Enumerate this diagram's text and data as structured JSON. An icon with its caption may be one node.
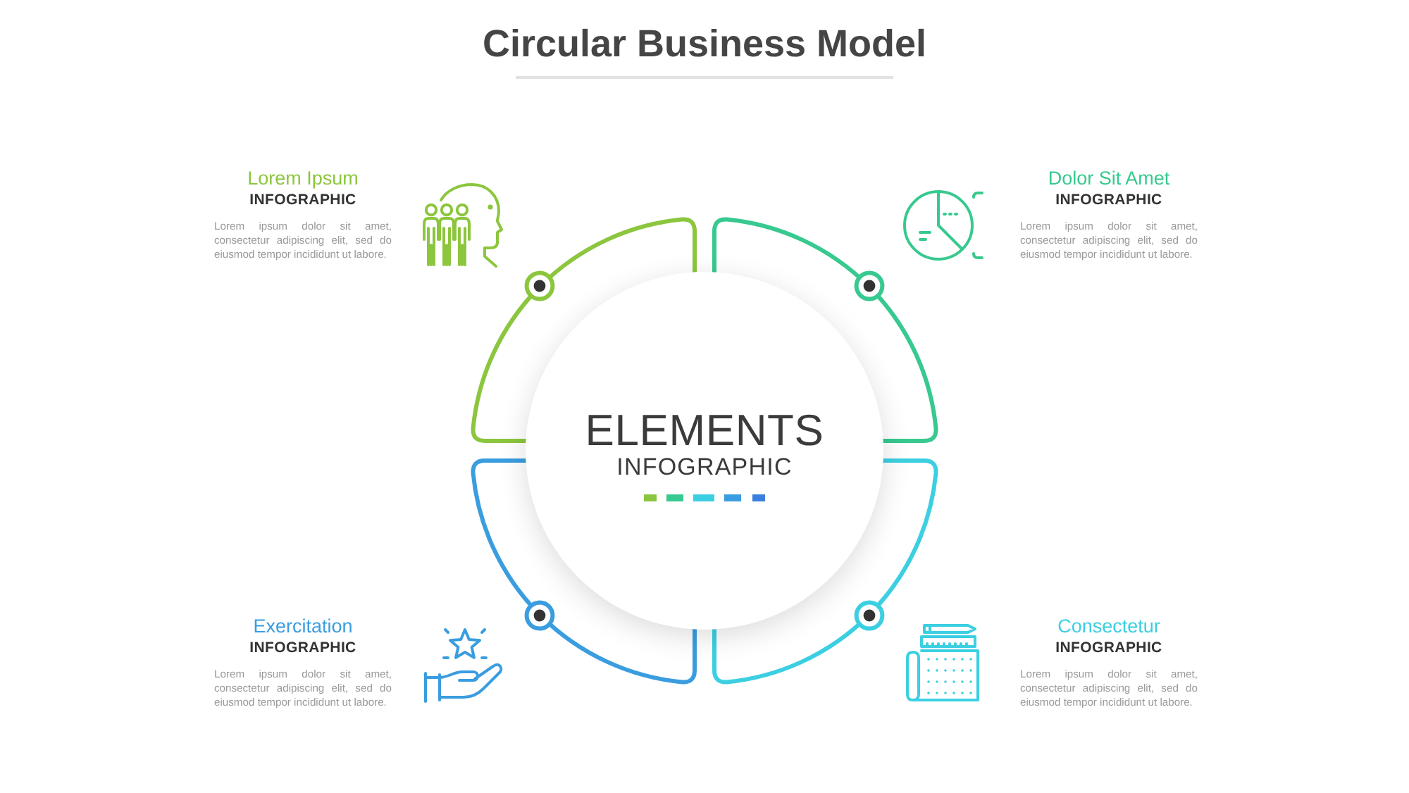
{
  "diagram": {
    "title": "Circular Business Model",
    "nodes": [
      {
        "text": [],
        "shape": "arc",
        "beside": [
          "Lorem Ipsum",
          "INFOGRAPHIC",
          "Lorem ipsum dolor sit amet, consectetur adipiscing elit, sed do eiusmod tempor incididunt ut labore."
        ]
      },
      {
        "text": [],
        "shape": "arc",
        "beside": [
          "Dolor Sit Amet",
          "INFOGRAPHIC",
          "Lorem ipsum dolor sit amet, consectetur adipiscing elit, sed do eiusmod tempor incididunt ut labore."
        ]
      },
      {
        "text": [
          "ELEMENTS",
          "INFOGRAPHIC"
        ]
      },
      {
        "text": [],
        "shape": "arc",
        "beside": [
          "Exercitation",
          "INFOGRAPHIC",
          "Lorem ipsum dolor sit amet, consectetur adipiscing elit, sed do eiusmod tempor incididunt ut labore."
        ]
      },
      {
        "text": [],
        "shape": "arc",
        "beside": [
          "Consectetur",
          "INFOGRAPHIC",
          "Lorem ipsum dolor sit amet, consectetur adipiscing elit, sed do eiusmod tempor incididunt ut labore."
        ]
      }
    ]
  }
}
